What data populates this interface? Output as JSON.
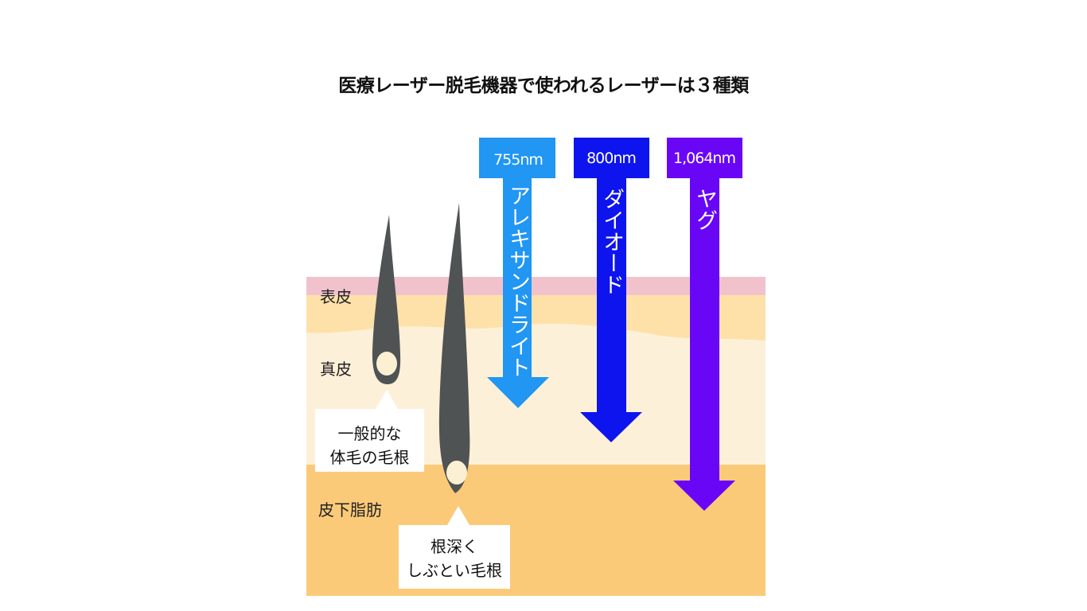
{
  "title": "医療レーザー脱毛機器で使われるレーザーは３種類",
  "layers": {
    "epidermis": "表皮",
    "dermis": "真皮",
    "subcutaneous": "皮下脂肪"
  },
  "lasers": [
    {
      "wavelength": "755nm",
      "name": "アレキサンドライト",
      "color": "#2196f3"
    },
    {
      "wavelength": "800nm",
      "name": "ダイオード",
      "color": "#0d14ee"
    },
    {
      "wavelength": "1,064nm",
      "name": "ヤグ",
      "color": "#6a06f6"
    }
  ],
  "callouts": {
    "normal": [
      "一般的な",
      "体毛の毛根"
    ],
    "deep": [
      "根深く",
      "しぶとい毛根"
    ]
  },
  "colors": {
    "epidermis": "#f2c2cc",
    "upper_dermis": "#fde1a9",
    "dermis": "#fdf0d8",
    "subcutaneous": "#fbca79",
    "hair": "#505354",
    "bulb": "#fbf0d2"
  }
}
